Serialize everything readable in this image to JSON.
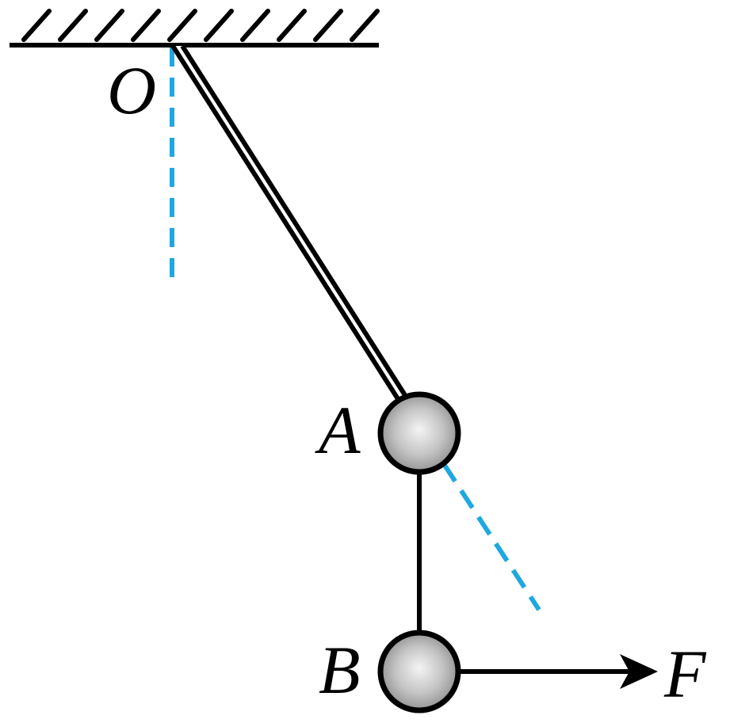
{
  "labels": {
    "pivot": "O",
    "ball_a": "A",
    "ball_b": "B",
    "force": "F"
  },
  "colors": {
    "line": "#000000",
    "dashed_guide": "#1fa8e0",
    "ball_light": "#f4f4f4",
    "ball_dark": "#8a8a8a"
  }
}
